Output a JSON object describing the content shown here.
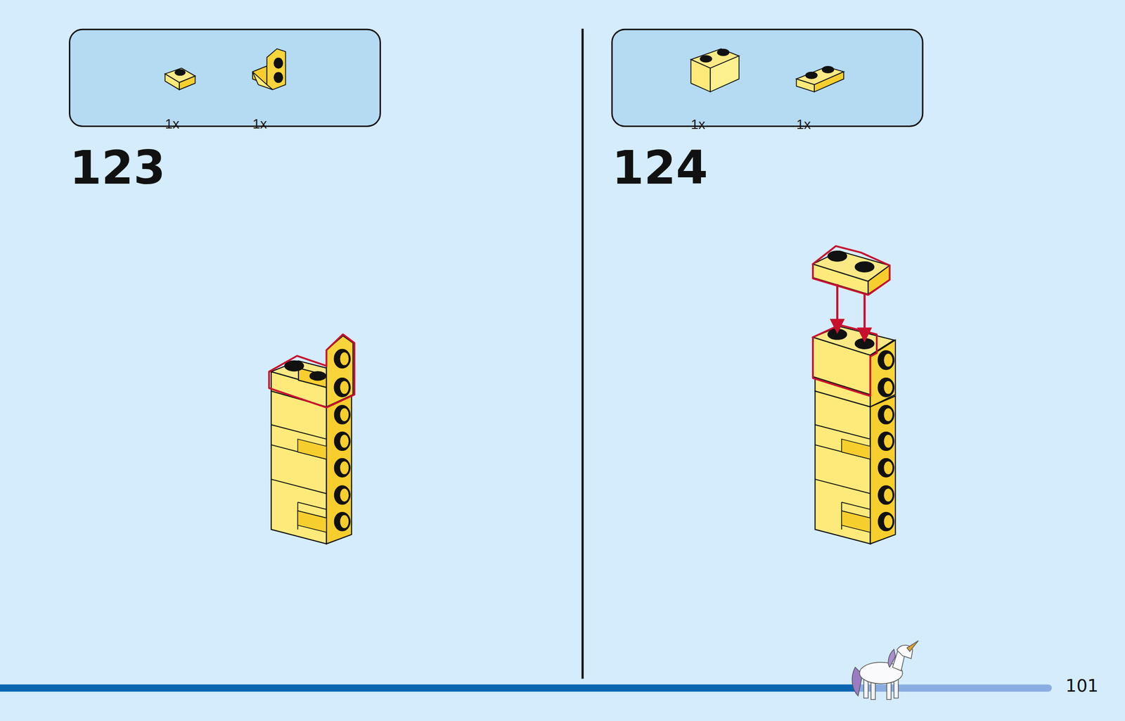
{
  "diagram": {
    "nodes": [
      {
        "text": [
          "1x",
          "1x"
        ]
      },
      {
        "text": [
          "1x",
          "1x"
        ]
      }
    ],
    "labels": [
      "123",
      "124",
      "101"
    ]
  }
}
